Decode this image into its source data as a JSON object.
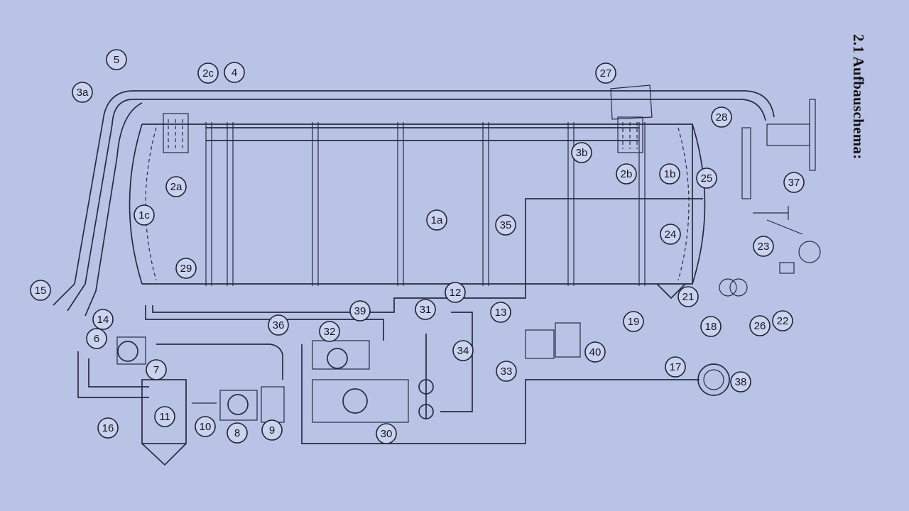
{
  "heading": "2.1 Aufbauschema:",
  "callouts": [
    "1a",
    "1b",
    "1c",
    "2a",
    "2b",
    "2c",
    "3a",
    "3b",
    "4",
    "5",
    "6",
    "7",
    "8",
    "9",
    "10",
    "11",
    "12",
    "13",
    "14",
    "15",
    "16",
    "17",
    "18",
    "19",
    "21",
    "22",
    "23",
    "24",
    "25",
    "26",
    "27",
    "28",
    "29",
    "30",
    "31",
    "32",
    "33",
    "34",
    "35",
    "36",
    "37",
    "38",
    "39",
    "40"
  ]
}
